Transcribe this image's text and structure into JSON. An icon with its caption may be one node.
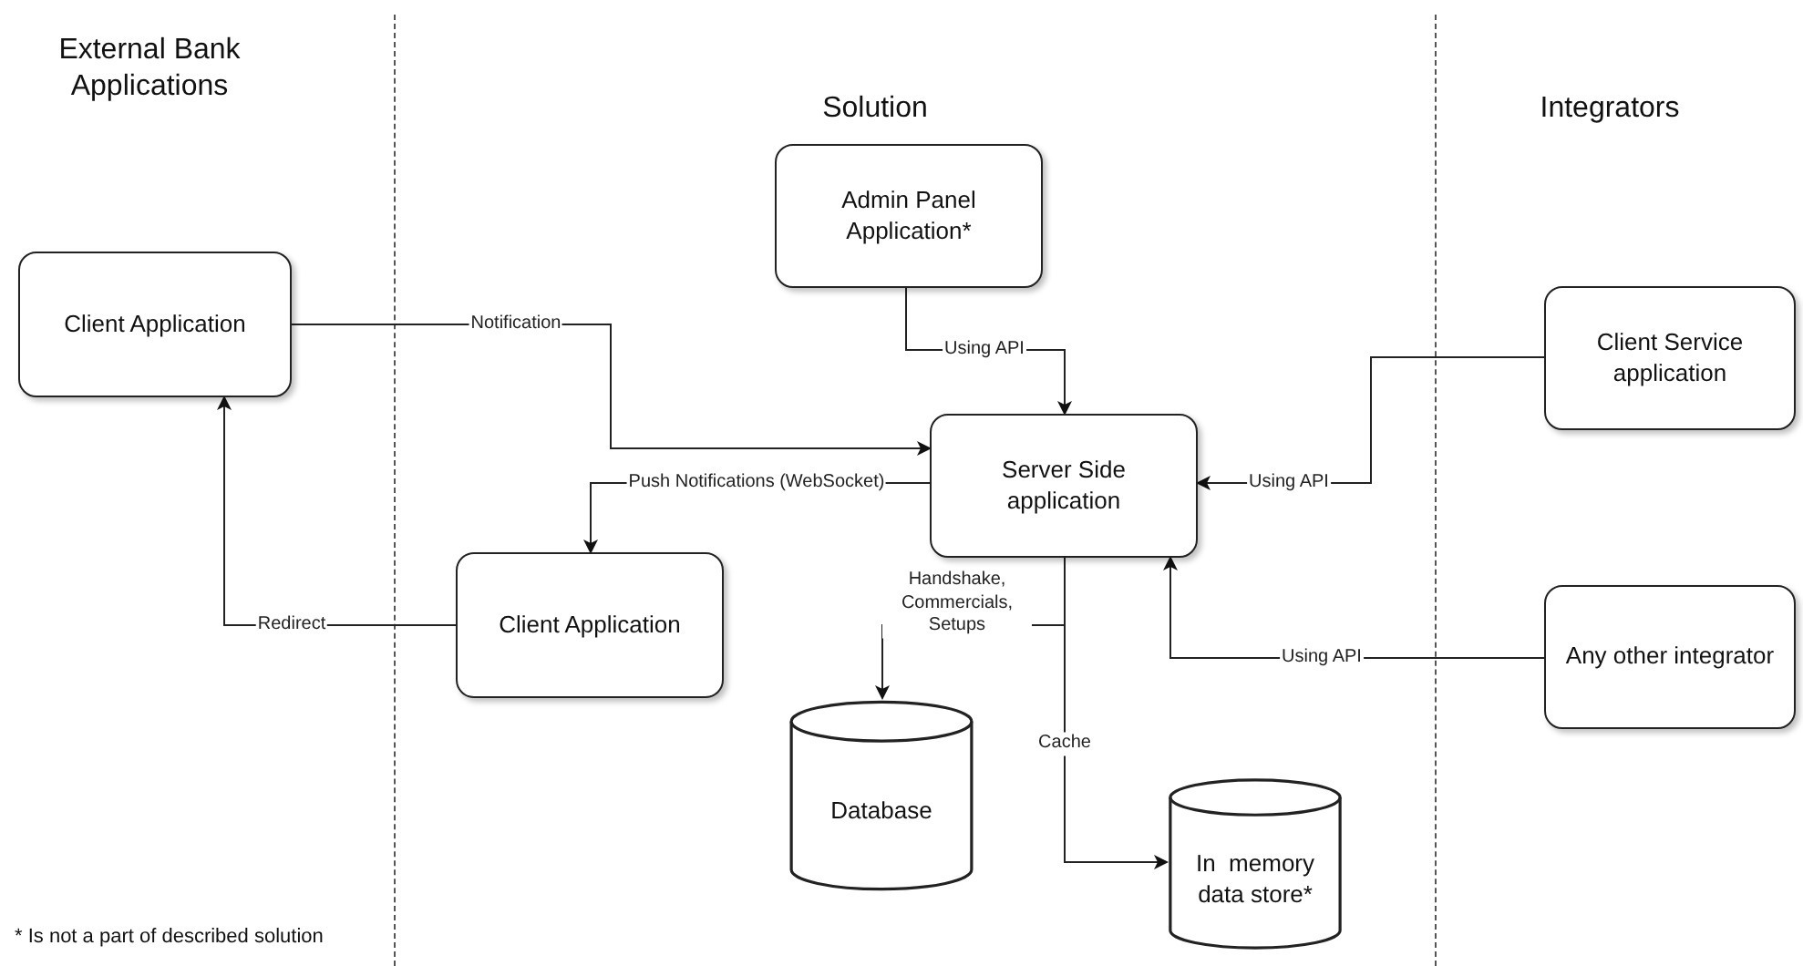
{
  "diagram": {
    "nodes": [
      {
        "text": [
          "Client Application"
        ]
      },
      {
        "text": [
          "Admin Panel Application*"
        ]
      },
      {
        "text": [
          "Server Side application"
        ]
      },
      {
        "text": [
          "Client Service application"
        ]
      },
      {
        "text": [
          "Client Application"
        ]
      },
      {
        "text": [
          "Any other integrator"
        ]
      },
      {
        "text": [
          "Database"
        ]
      },
      {
        "text": [
          "In  memory data store*"
        ]
      }
    ],
    "edges": [
      {
        "from": 0,
        "to": 2,
        "arrow": "to",
        "label": "Notification"
      },
      {
        "from": 1,
        "to": 2,
        "arrow": "to",
        "label": "Using API"
      },
      {
        "from": 3,
        "to": 2,
        "arrow": "to",
        "label": "Using API"
      },
      {
        "from": 2,
        "to": 4,
        "arrow": "to",
        "label": "Push Notifications (WebSocket)"
      },
      {
        "from": 4,
        "to": 0,
        "arrow": "to",
        "label": "Redirect"
      },
      {
        "from": 5,
        "to": 2,
        "arrow": "to",
        "label": "Using API"
      },
      {
        "from": 2,
        "to": 6,
        "arrow": "to",
        "label": "Handshake, Commercials, Setups"
      },
      {
        "from": 2,
        "to": 7,
        "arrow": "to",
        "label": "Cache"
      }
    ],
    "labels": [
      "External Bank Applications",
      "Solution",
      "Integrators",
      "* Is not a part of described solution"
    ]
  }
}
